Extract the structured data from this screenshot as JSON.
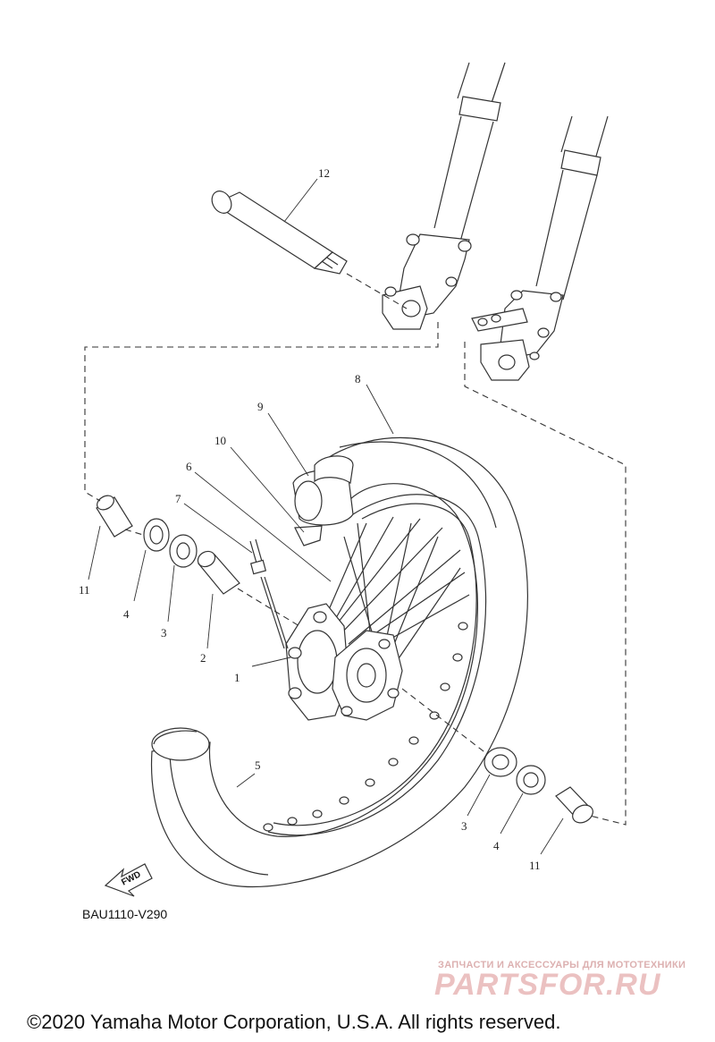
{
  "diagram": {
    "part_code": "BAU1110-V290",
    "fwd_label": "FWD",
    "copyright": "©2020 Yamaha Motor Corporation, U.S.A. All rights reserved.",
    "watermark": {
      "tagline": "ЗАПЧАСТИ И АКСЕССУАРЫ ДЛЯ МОТОТЕХНИКИ",
      "brand": "PARTSFOR.RU"
    },
    "callouts": [
      {
        "id": "12",
        "part": "axle"
      },
      {
        "id": "8",
        "part": "tire"
      },
      {
        "id": "9",
        "part": "tube"
      },
      {
        "id": "10",
        "part": "rim band"
      },
      {
        "id": "6",
        "part": "spoke"
      },
      {
        "id": "7",
        "part": "nipple / valve"
      },
      {
        "id": "1",
        "part": "hub"
      },
      {
        "id": "2",
        "part": "spacer"
      },
      {
        "id": "3",
        "part": "bearing"
      },
      {
        "id": "4",
        "part": "oil seal"
      },
      {
        "id": "11",
        "part": "collar"
      },
      {
        "id": "5",
        "part": "rim"
      }
    ],
    "labels": {
      "c12": "12",
      "c8": "8",
      "c9": "9",
      "c10": "10",
      "c6": "6",
      "c7": "7",
      "c1": "1",
      "c2": "2",
      "c3l": "3",
      "c4l": "4",
      "c11l": "11",
      "c5": "5",
      "c3r": "3",
      "c4r": "4",
      "c11r": "11"
    }
  }
}
